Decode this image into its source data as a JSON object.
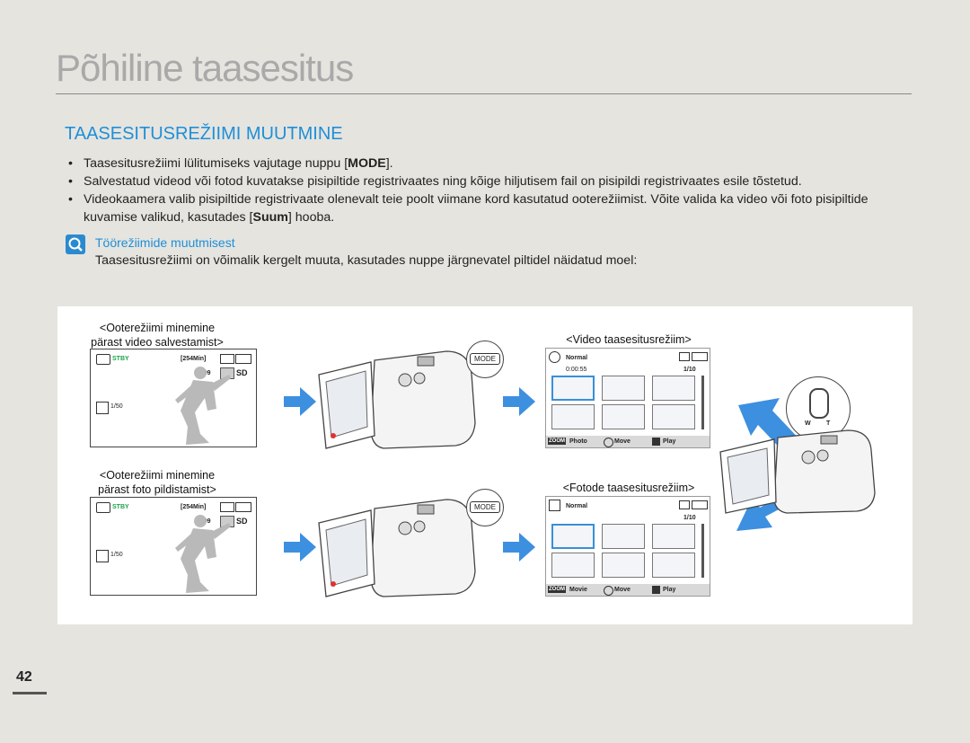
{
  "page": {
    "title": "Põhiline taasesitus",
    "section_title": "TAASESITUSREŽIIMI MUUTMINE",
    "page_number": "42"
  },
  "bullets": [
    {
      "before": "Taasesitusrežiimi lülitumiseks vajutage nuppu [",
      "key": "MODE",
      "after": "]."
    },
    {
      "before": "Salvestatud videod või fotod kuvatakse pisipiltide registrivaates ning kõige hiljutisem fail on pisipildi registrivaates esile tõstetud.",
      "key": "",
      "after": ""
    },
    {
      "before": "Videokaamera valib pisipiltide registrivaate olenevalt teie poolt viimane kord kasutatud ooterežiimist. Võite valida ka video või foto pisipiltide kuvamise valikud, kasutades [",
      "key": "Suum",
      "after": "] hooba."
    }
  ],
  "note": {
    "heading": "Töörežiimide muutmisest",
    "text": "Taasesitusrežiimi on võimalik kergelt muuta, kasutades nuppe järgnevatel piltidel näidatud moel:",
    "icon": "magnifier-note-icon"
  },
  "diagram": {
    "video_row": {
      "standby_caption_line1": "<Ooterežiimi minemine",
      "standby_caption_line2": "pärast video salvestamist>",
      "playback_caption": "<Video taasesitusrežiim>",
      "stby": "STBY",
      "remaining": "[254Min]",
      "count": "9999",
      "storage": "SD",
      "counter": "1/50",
      "mode_button": "MODE",
      "quality": "Normal",
      "timecode": "0:00:55",
      "index": "1/10",
      "bar_zoom": "ZOOM",
      "bar_mode": "Photo",
      "bar_move": "Move",
      "bar_play": "Play"
    },
    "photo_row": {
      "standby_caption_line1": "<Ooterežiimi minemine",
      "standby_caption_line2": "pärast foto pildistamist>",
      "playback_caption": "<Fotode taasesitusrežiim>",
      "stby": "STBY",
      "remaining": "[254Min]",
      "count": "9999",
      "storage": "SD",
      "counter": "1/50",
      "mode_button": "MODE",
      "quality": "Normal",
      "index": "1/10",
      "bar_zoom": "ZOOM",
      "bar_mode": "Movie",
      "bar_move": "Move",
      "bar_play": "Play"
    },
    "zoom_lever": {
      "w": "W",
      "t": "T"
    },
    "colors": {
      "accent": "#1e8fd8",
      "arrow": "#3d8fe0",
      "stby": "#1aa34a"
    }
  }
}
